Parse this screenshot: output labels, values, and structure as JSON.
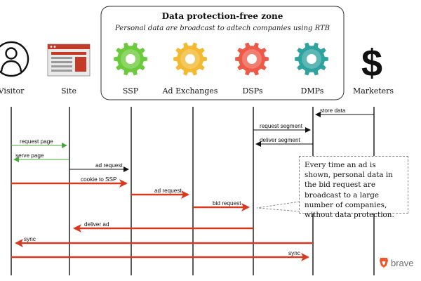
{
  "zone": {
    "title": "Data protection-free zone",
    "subtitle": "Personal data are broadcast to adtech companies using RTB"
  },
  "actors": [
    {
      "id": "visitor",
      "label": "Visitor",
      "icon": "person-icon"
    },
    {
      "id": "site",
      "label": "Site",
      "icon": "website-icon"
    },
    {
      "id": "ssp",
      "label": "SSP",
      "icon": "gear-icon",
      "color": "#6ccb3c"
    },
    {
      "id": "adx",
      "label": "Ad Exchanges",
      "icon": "gear-icon",
      "color": "#f2b931"
    },
    {
      "id": "dsp",
      "label": "DSPs",
      "icon": "gear-icon",
      "color": "#ee5a48"
    },
    {
      "id": "dmp",
      "label": "DMPs",
      "icon": "gear-icon",
      "color": "#2fa3a0"
    },
    {
      "id": "marketers",
      "label": "Marketers",
      "icon": "dollar-icon"
    }
  ],
  "messages": [
    {
      "label": "store data",
      "from": "marketers",
      "to": "dmp",
      "style": "thin"
    },
    {
      "label": "request segment",
      "from": "dsp",
      "to": "dmp",
      "style": "thin"
    },
    {
      "label": "deliver segment",
      "from": "dmp",
      "to": "dsp",
      "style": "thin"
    },
    {
      "label": "request page",
      "from": "visitor",
      "to": "site",
      "style": "green"
    },
    {
      "label": "serve page",
      "from": "site",
      "to": "visitor",
      "style": "green"
    },
    {
      "label": "ad request",
      "from": "site",
      "to": "ssp",
      "style": "thin"
    },
    {
      "label": "cookie to SSP",
      "from": "visitor",
      "to": "ssp",
      "style": "red"
    },
    {
      "label": "ad request",
      "from": "ssp",
      "to": "adx",
      "style": "red"
    },
    {
      "label": "bid request",
      "from": "adx",
      "to": "dsp",
      "style": "red"
    },
    {
      "label": "deliver ad",
      "from": "dsp",
      "to": "site",
      "style": "red"
    },
    {
      "label": "sync",
      "from": "dmp",
      "to": "visitor",
      "style": "red"
    },
    {
      "label": "sync",
      "from": "visitor",
      "to": "dmp",
      "style": "red"
    }
  ],
  "callout": {
    "text": "Every time an ad is shown, personal data in the bid request are broadcast to a large number of companies, without data protection."
  },
  "brand": {
    "label": "brave",
    "icon": "brave-lion-icon",
    "color": "#f1562b"
  },
  "colors": {
    "red": "#d9391e",
    "green": "#4aa83a",
    "line": "#111111"
  }
}
